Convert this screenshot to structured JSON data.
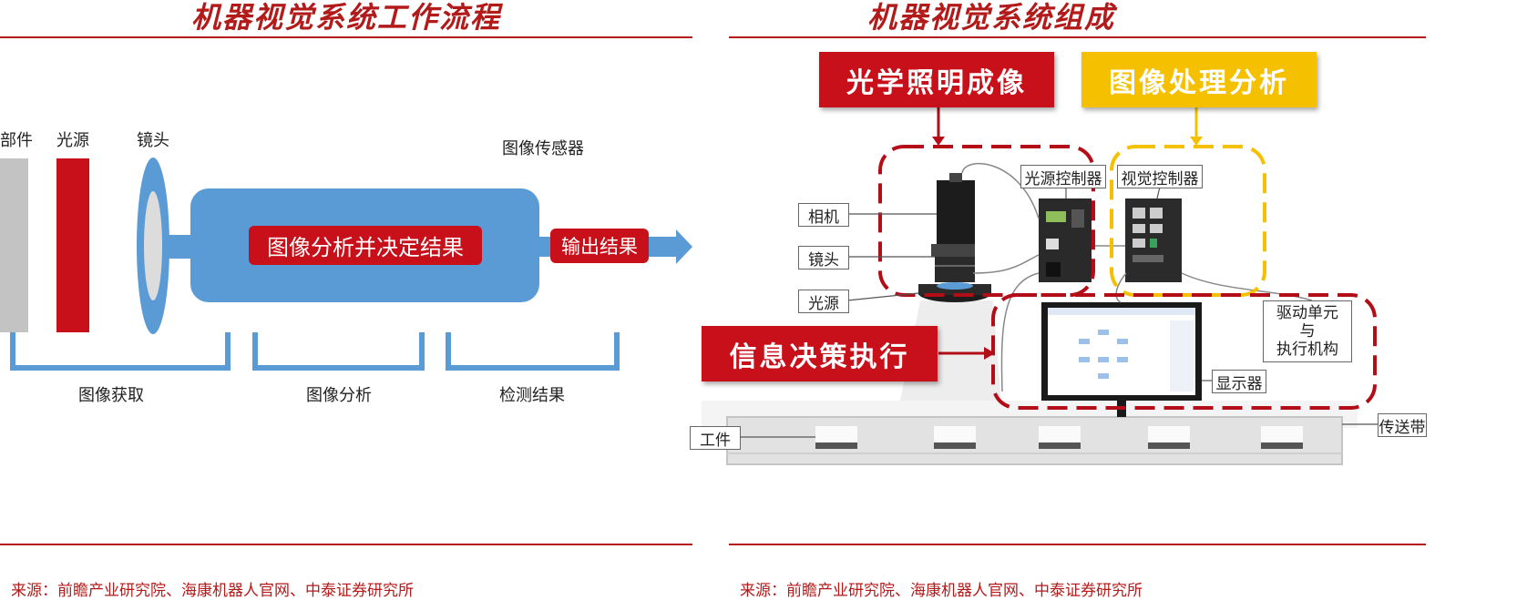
{
  "left": {
    "title": "机器视觉系统工作流程",
    "labels": {
      "part": "部件",
      "light": "光源",
      "lens": "镜头",
      "sensor": "图像传感器"
    },
    "boxes": {
      "analyze": "图像分析并决定结果",
      "output": "输出结果"
    },
    "stages": [
      "图像获取",
      "图像分析",
      "检测结果"
    ],
    "source": "来源：前瞻产业研究院、海康机器人官网、中泰证券研究所"
  },
  "right": {
    "title": "机器视觉系统组成",
    "banners": {
      "optics": "光学照明成像",
      "processing": "图像处理分析",
      "decision": "信息决策执行"
    },
    "tags": {
      "light_controller": "光源控制器",
      "vision_controller": "视觉控制器",
      "camera": "相机",
      "lens": "镜头",
      "light": "光源",
      "drive_line1": "驱动单元",
      "drive_line2": "与",
      "drive_line3": "执行机构",
      "display": "显示器",
      "workpiece": "工件",
      "conveyor": "传送带"
    },
    "source": "来源：前瞻产业研究院、海康机器人官网、中泰证券研究所"
  },
  "colors": {
    "accent_red": "#b31b1b",
    "box_red": "#c8101a",
    "flow_blue": "#5b9bd5",
    "yellow": "#f5c000"
  }
}
